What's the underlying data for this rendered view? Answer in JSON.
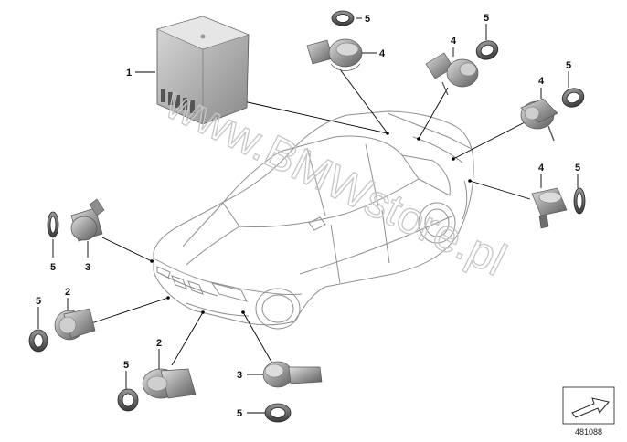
{
  "watermark": "www.BMWstore.pl",
  "diagram_number": "481088",
  "callouts": {
    "c1": "1",
    "c2a": "2",
    "c2b": "2",
    "c3a": "3",
    "c3b": "3",
    "c4a": "4",
    "c4b": "4",
    "c4c": "4",
    "c4d": "4",
    "c5a": "5",
    "c5b": "5",
    "c5c": "5",
    "c5d": "5",
    "c5e": "5",
    "c5f": "5",
    "c5g": "5",
    "c5h": "5"
  }
}
